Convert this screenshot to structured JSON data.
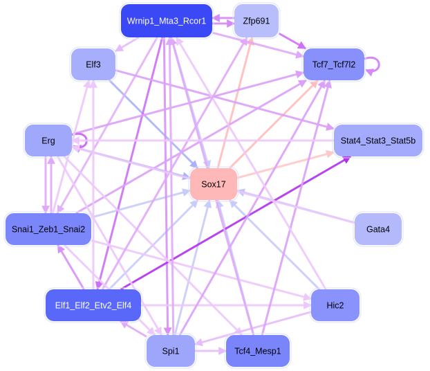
{
  "nodes": [
    {
      "id": "wrnip1",
      "label": "Wrnip1_Mta3_Rcor1",
      "fill": "#3a48f5",
      "text": "#ffffff"
    },
    {
      "id": "zfp691",
      "label": "Zfp691",
      "fill": "#b8bdfc",
      "text": "#000000"
    },
    {
      "id": "elf3",
      "label": "Elf3",
      "fill": "#a7aefc",
      "text": "#000000"
    },
    {
      "id": "tcf7",
      "label": "Tcf7_Tcf7l2",
      "fill": "#8890fb",
      "text": "#000000"
    },
    {
      "id": "erg",
      "label": "Erg",
      "fill": "#a0a8fc",
      "text": "#000000"
    },
    {
      "id": "stat4",
      "label": "Stat4_Stat3_Stat5b",
      "fill": "#a4abfc",
      "text": "#000000"
    },
    {
      "id": "sox17",
      "label": "Sox17",
      "fill": "#ffb8b8",
      "text": "#000000"
    },
    {
      "id": "snai1",
      "label": "Snai1_Zeb1_Snai2",
      "fill": "#7c86fb",
      "text": "#000000"
    },
    {
      "id": "gata4",
      "label": "Gata4",
      "fill": "#b4b9fc",
      "text": "#000000"
    },
    {
      "id": "elf1",
      "label": "Elf1_Elf2_Etv2_Elf4",
      "fill": "#5a68fa",
      "text": "#ffffff"
    },
    {
      "id": "hic2",
      "label": "Hic2",
      "fill": "#8a92fb",
      "text": "#000000"
    },
    {
      "id": "spi1",
      "label": "Spi1",
      "fill": "#9ea6fc",
      "text": "#000000"
    },
    {
      "id": "tcf4",
      "label": "Tcf4_Mesp1",
      "fill": "#7a84fb",
      "text": "#000000"
    }
  ],
  "edges": [
    {
      "from": "sox17",
      "to": "zfp691",
      "color": "#ffbcbc"
    },
    {
      "from": "sox17",
      "to": "tcf7",
      "color": "#ffbcbc"
    },
    {
      "from": "sox17",
      "to": "stat4",
      "color": "#ffc8c8"
    },
    {
      "from": "erg",
      "to": "sox17",
      "color": "#aab2f8"
    },
    {
      "from": "elf3",
      "to": "sox17",
      "color": "#aab2f8"
    },
    {
      "from": "wrnip1",
      "to": "sox17",
      "color": "#c8ccfa"
    },
    {
      "from": "snai1",
      "to": "sox17",
      "color": "#c8ccfa"
    },
    {
      "from": "elf1",
      "to": "sox17",
      "color": "#c8ccfa"
    },
    {
      "from": "spi1",
      "to": "sox17",
      "color": "#c8ccfa"
    },
    {
      "from": "tcf4",
      "to": "sox17",
      "color": "#c8ccfa"
    },
    {
      "from": "hic2",
      "to": "sox17",
      "color": "#c8ccfa"
    },
    {
      "from": "gata4",
      "to": "sox17",
      "color": "#c0c6fa"
    },
    {
      "from": "wrnip1",
      "to": "zfp691",
      "color": "#d58af5"
    },
    {
      "from": "zfp691",
      "to": "wrnip1",
      "color": "#d58af5"
    },
    {
      "from": "zfp691",
      "to": "tcf7",
      "color": "#d070f5"
    },
    {
      "from": "tcf7",
      "to": "tcf7",
      "color": "#d58af5"
    },
    {
      "from": "wrnip1",
      "to": "tcf7",
      "color": "#e0a8f8"
    },
    {
      "from": "wrnip1",
      "to": "elf3",
      "color": "#e6bcfa"
    },
    {
      "from": "wrnip1",
      "to": "elf1",
      "color": "#cc70f5"
    },
    {
      "from": "wrnip1",
      "to": "spi1",
      "color": "#d890f7"
    },
    {
      "from": "wrnip1",
      "to": "snai1",
      "color": "#e2b0f9"
    },
    {
      "from": "elf1",
      "to": "stat4",
      "color": "#b030f0"
    },
    {
      "from": "elf3",
      "to": "stat4",
      "color": "#dca0f8"
    },
    {
      "from": "erg",
      "to": "tcf7",
      "color": "#dca0f8"
    },
    {
      "from": "snai1",
      "to": "tcf7",
      "color": "#dca0f8"
    },
    {
      "from": "erg",
      "to": "erg",
      "color": "#cc70f5"
    },
    {
      "from": "erg",
      "to": "snai1",
      "color": "#e0a8f8"
    },
    {
      "from": "snai1",
      "to": "erg",
      "color": "#e0a8f8"
    },
    {
      "from": "snai1",
      "to": "elf3",
      "color": "#ecc8fb"
    },
    {
      "from": "elf1",
      "to": "elf3",
      "color": "#ecc8fb"
    },
    {
      "from": "erg",
      "to": "spi1",
      "color": "#ecc8fb"
    },
    {
      "from": "erg",
      "to": "tcf4",
      "color": "#ecc8fb"
    },
    {
      "from": "snai1",
      "to": "hic2",
      "color": "#ecc8fb"
    },
    {
      "from": "elf1",
      "to": "hic2",
      "color": "#ecc8fb"
    },
    {
      "from": "hic2",
      "to": "spi1",
      "color": "#e6bcfa"
    },
    {
      "from": "spi1",
      "to": "tcf4",
      "color": "#e6bcfa"
    },
    {
      "from": "spi1",
      "to": "elf1",
      "color": "#e0a8f8"
    },
    {
      "from": "spi1",
      "to": "tcf7",
      "color": "#dca0f8"
    },
    {
      "from": "tcf4",
      "to": "tcf7",
      "color": "#dca0f8"
    },
    {
      "from": "hic2",
      "to": "wrnip1",
      "color": "#ecc8fb"
    },
    {
      "from": "tcf4",
      "to": "wrnip1",
      "color": "#e0a8f8"
    },
    {
      "from": "spi1",
      "to": "wrnip1",
      "color": "#e0a8f8"
    },
    {
      "from": "elf1",
      "to": "zfp691",
      "color": "#e0a8f8"
    },
    {
      "from": "snai1",
      "to": "spi1",
      "color": "#ecc8fb"
    },
    {
      "from": "elf1",
      "to": "snai1",
      "color": "#d890f7"
    },
    {
      "from": "gata4",
      "to": "erg",
      "color": "#ecc8fb"
    },
    {
      "from": "stat4",
      "to": "erg",
      "color": "#ecc8fb"
    }
  ]
}
